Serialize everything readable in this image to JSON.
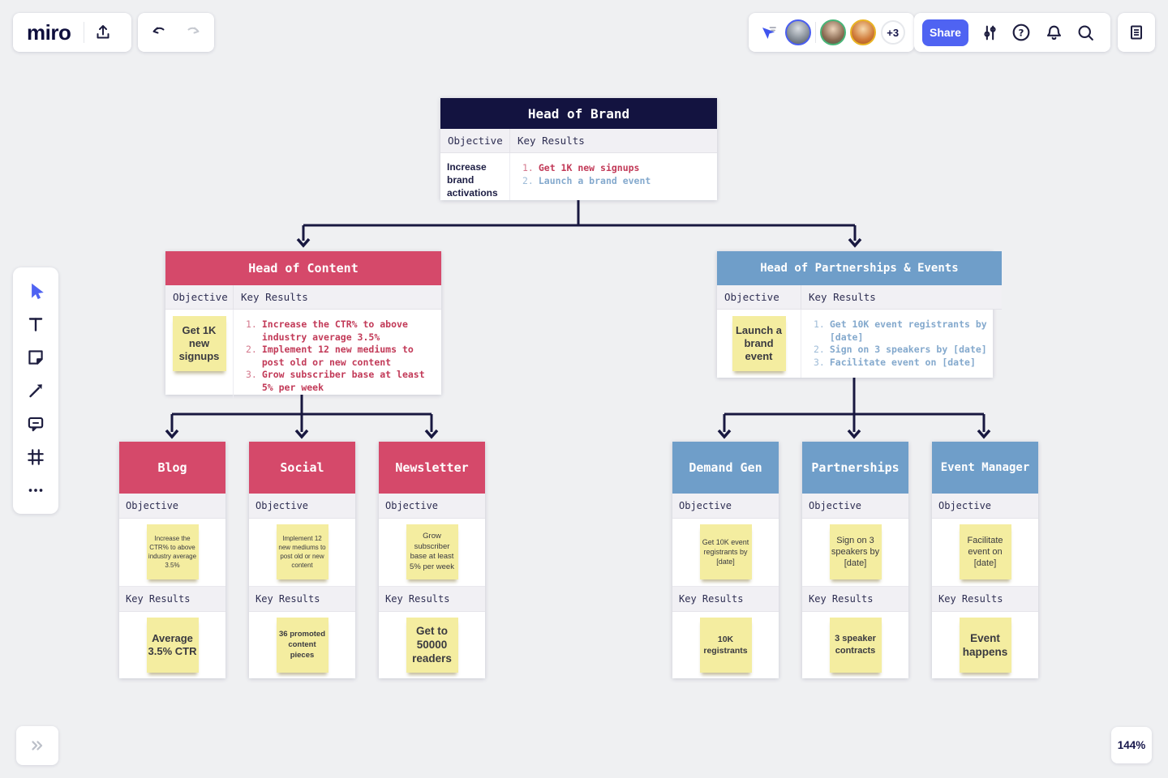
{
  "topbar": {
    "logo": "miro",
    "share_label": "Share",
    "collaborators_more": "+3"
  },
  "labels": {
    "objective": "Objective",
    "key_results": "Key Results"
  },
  "tree": {
    "root": {
      "title": "Head of Brand",
      "objective": "Increase brand activations",
      "key_results": [
        {
          "num": "1.",
          "text": "Get 1K new signups"
        },
        {
          "num": "2.",
          "text": "Launch a brand event"
        }
      ]
    },
    "content": {
      "title": "Head of Content",
      "objective_sticky": "Get 1K new signups",
      "key_results": [
        {
          "num": "1.",
          "text": "Increase the CTR% to above industry average 3.5%"
        },
        {
          "num": "2.",
          "text": "Implement 12 new mediums to post old or new content"
        },
        {
          "num": "3.",
          "text": "Grow subscriber base at least 5% per week"
        }
      ]
    },
    "partnerships": {
      "title": "Head of Partnerships & Events",
      "objective_sticky": "Launch a brand event",
      "key_results": [
        {
          "num": "1.",
          "text": "Get 10K event registrants by [date]"
        },
        {
          "num": "2.",
          "text": "Sign on 3 speakers by [date]"
        },
        {
          "num": "3.",
          "text": "Facilitate event on [date]"
        }
      ]
    },
    "leaves": [
      {
        "title": "Blog",
        "objective": "Increase the CTR% to above industry average 3.5%",
        "key_result": "Average 3.5% CTR"
      },
      {
        "title": "Social",
        "objective": "Implement 12 new mediums to post old or new content",
        "key_result": "36 promoted content pieces"
      },
      {
        "title": "Newsletter",
        "objective": "Grow subscriber base at least 5% per week",
        "key_result": "Get to 50000 readers"
      },
      {
        "title": "Demand Gen",
        "objective": "Get 10K event registrants by [date]",
        "key_result": "10K registrants"
      },
      {
        "title": "Partnerships",
        "objective": "Sign on 3 speakers by [date]",
        "key_result": "3 speaker contracts"
      },
      {
        "title": "Event Manager",
        "objective": "Facilitate event on [date]",
        "key_result": "Event happens"
      }
    ]
  },
  "statusbar": {
    "zoom_level": "144%"
  },
  "icons": [
    "export-icon",
    "undo-icon",
    "redo-icon",
    "collaborator-cursors-icon",
    "settings-sliders-icon",
    "help-icon",
    "notifications-icon",
    "search-icon",
    "notes-icon",
    "select-tool-icon",
    "text-tool-icon",
    "sticky-note-tool-icon",
    "connector-tool-icon",
    "comment-tool-icon",
    "frame-tool-icon",
    "more-tools-icon",
    "expand-icon"
  ],
  "colors": {
    "canvas": "#eff0f2",
    "brand_navy": "#131340",
    "pink": "#d5496a",
    "blue": "#6f9ec9",
    "kr_red": "#c23a58",
    "kr_blue": "#84a9cd",
    "sticky_yellow": "#f4eda0",
    "share_blue": "#4f63f2",
    "connector": "#181840"
  }
}
